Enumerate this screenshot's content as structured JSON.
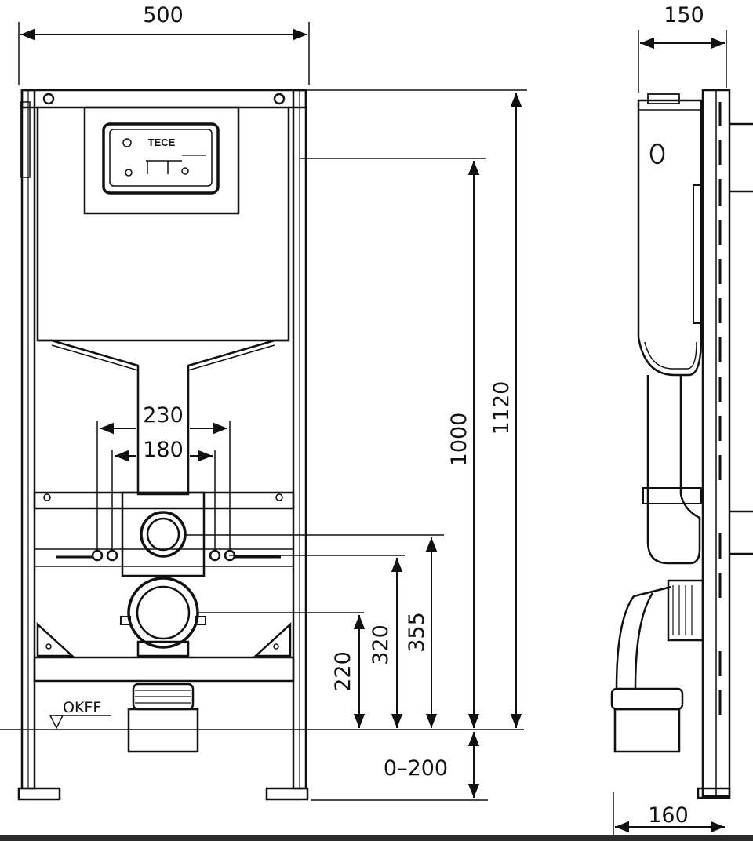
{
  "front_view": {
    "width": "500",
    "height_total": "1120",
    "height_cistern": "1000",
    "inlet_spacing_outer": "230",
    "inlet_spacing_inner": "180",
    "height_supply": "355",
    "height_outlet_top": "320",
    "height_outlet": "220",
    "foot_adjust": "0–200",
    "floor_label": "OKFF",
    "plate_brand": "TECE"
  },
  "side_view": {
    "depth_top": "150",
    "depth_bottom": "160"
  },
  "colors": {
    "line": "#111111",
    "background": "#ffffff",
    "bottom_bar": "#2b2b2b"
  }
}
